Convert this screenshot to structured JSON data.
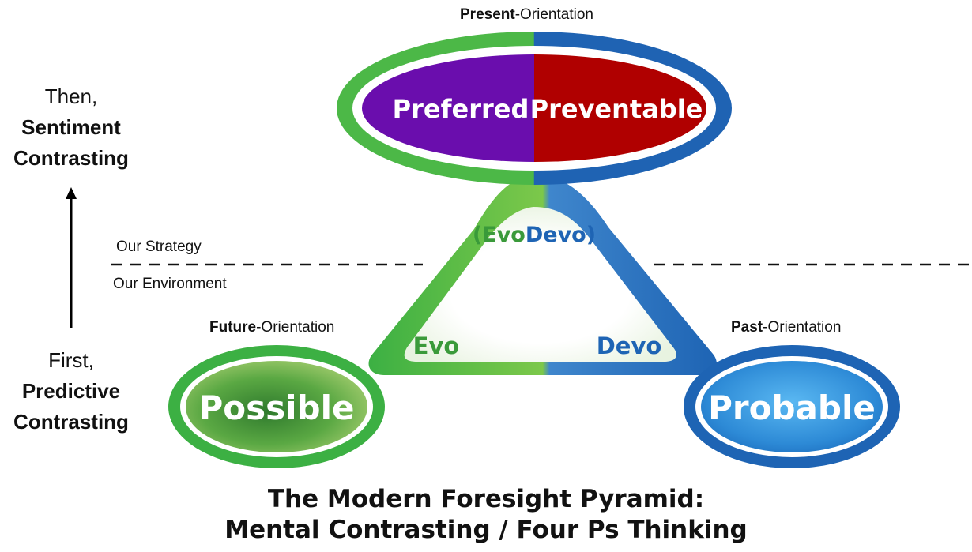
{
  "top_label": {
    "bold": "Present",
    "rest": "-Orientation"
  },
  "left_label": {
    "bold": "Future",
    "rest": "-Orientation"
  },
  "right_label": {
    "bold": "Past",
    "rest": "-Orientation"
  },
  "side": {
    "then_line1": "Then,",
    "then_line2": "Sentiment",
    "then_line3": "Contrasting",
    "first_line1": "First,",
    "first_line2": "Predictive",
    "first_line3": "Contrasting"
  },
  "divider": {
    "strategy": "Our Strategy",
    "environment": "Our Environment"
  },
  "ovals": {
    "preferred": "Preferred",
    "preventable": "Preventable",
    "possible": "Possible",
    "probable": "Probable"
  },
  "triangle": {
    "evodevo_open": "(",
    "evo": "Evo",
    "devo": "Devo",
    "evodevo_close": ")",
    "left_corner": "Evo",
    "right_corner": "Devo"
  },
  "title": {
    "line1": "The Modern Foresight Pyramid:",
    "line2": "Mental Contrasting / Four Ps Thinking"
  },
  "colors": {
    "green": "#3cb043",
    "blue": "#1e64b4",
    "purple": "#6a0dad",
    "red": "#b00000"
  }
}
